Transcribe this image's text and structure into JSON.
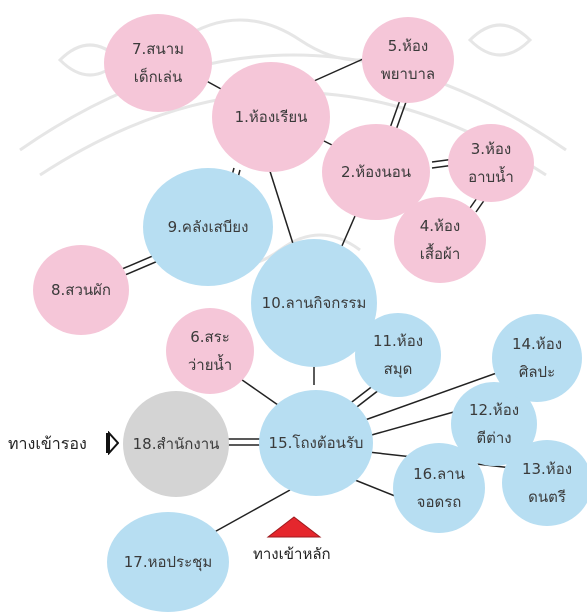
{
  "colors": {
    "pink": "#f5c6d8",
    "blue": "#b7def2",
    "gray": "#d4d4d4",
    "line": "#222222",
    "triangle": "#e5272d",
    "watermark": "#e3e3e3"
  },
  "nodes": {
    "n1": {
      "lines": [
        "1.ห้องเรียน"
      ],
      "color": "pink"
    },
    "n2": {
      "lines": [
        "2.ห้องนอน"
      ],
      "color": "pink"
    },
    "n3": {
      "lines": [
        "3.ห้อง",
        "อาบน้ำ"
      ],
      "color": "pink"
    },
    "n4": {
      "lines": [
        "4.ห้อง",
        "เสื้อผ้า"
      ],
      "color": "pink"
    },
    "n5": {
      "lines": [
        "5.ห้อง",
        "พยาบาล"
      ],
      "color": "pink"
    },
    "n6": {
      "lines": [
        "6.สระ",
        "ว่ายน้ำ"
      ],
      "color": "pink"
    },
    "n7": {
      "lines": [
        "7.สนาม",
        "เด็กเล่น"
      ],
      "color": "pink"
    },
    "n8": {
      "lines": [
        "8.สวนผัก"
      ],
      "color": "pink"
    },
    "n9": {
      "lines": [
        "9.คลังเสบียง"
      ],
      "color": "blue"
    },
    "n10": {
      "lines": [
        "10.ลานกิจกรรม"
      ],
      "color": "blue"
    },
    "n11": {
      "lines": [
        "11.ห้อง",
        "สมุด"
      ],
      "color": "blue"
    },
    "n12": {
      "lines": [
        "12.ห้อง",
        "ตีต่าง"
      ],
      "color": "blue"
    },
    "n13": {
      "lines": [
        "13.ห้อง",
        "ดนตรี"
      ],
      "color": "blue"
    },
    "n14": {
      "lines": [
        "14.ห้อง",
        "ศิลปะ"
      ],
      "color": "blue"
    },
    "n15": {
      "lines": [
        "15.โถงต้อนรับ"
      ],
      "color": "blue"
    },
    "n16": {
      "lines": [
        "16.ลาน",
        "จอดรถ"
      ],
      "color": "blue"
    },
    "n17": {
      "lines": [
        "17.หอประชุม"
      ],
      "color": "blue"
    },
    "n18": {
      "lines": [
        "18.สำนักงาน"
      ],
      "color": "gray"
    }
  },
  "labels": {
    "side_entrance": "ทางเข้ารอง",
    "main_entrance": "ทางเข้าหลัก"
  }
}
